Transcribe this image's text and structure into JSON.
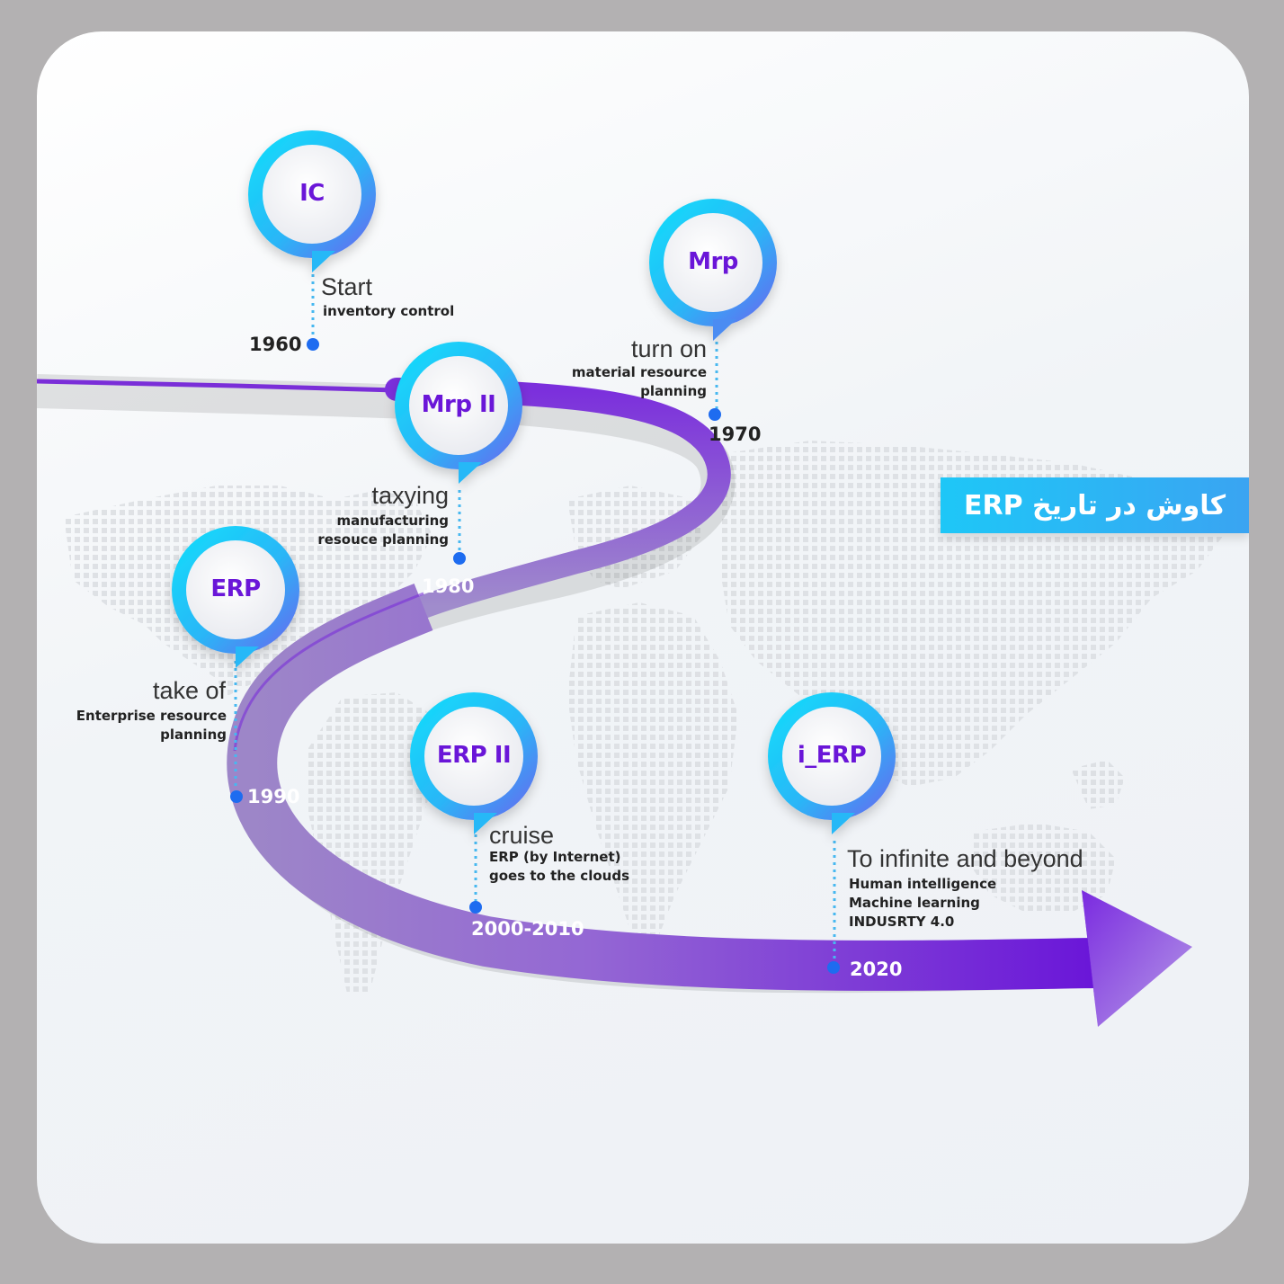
{
  "title": "کاوش در تاریخ ERP",
  "colors": {
    "road_dark": "#6a16d8",
    "road_light": "#a98fcf",
    "ring_cyan": "#1ed2fb",
    "ring_blue": "#5b7cf0",
    "label_purple": "#6a16d8",
    "dot_blue": "#1e6cf0",
    "dotted_line": "#47b8f0",
    "title_box": "#2bb8f5"
  },
  "milestones": [
    {
      "code": "IC",
      "heading": "Start",
      "detail": [
        "inventory control"
      ],
      "year": "1960"
    },
    {
      "code": "Mrp",
      "heading": "turn on",
      "detail": [
        "material resource",
        "planning"
      ],
      "year": "1970"
    },
    {
      "code": "Mrp II",
      "heading": "taxying",
      "detail": [
        "manufacturing",
        "resouce planning"
      ],
      "year": "1980"
    },
    {
      "code": "ERP",
      "heading": "take of",
      "detail": [
        "Enterprise resource",
        "planning"
      ],
      "year": "1990"
    },
    {
      "code": "ERP II",
      "heading": "cruise",
      "detail": [
        "ERP (by Internet)",
        "goes to the clouds"
      ],
      "year": "2000-2010"
    },
    {
      "code": "i_ERP",
      "heading": "To infinite and beyond",
      "detail": [
        "Human intelligence",
        "Machine learning",
        "INDUSRTY 4.0"
      ],
      "year": "2020"
    }
  ]
}
